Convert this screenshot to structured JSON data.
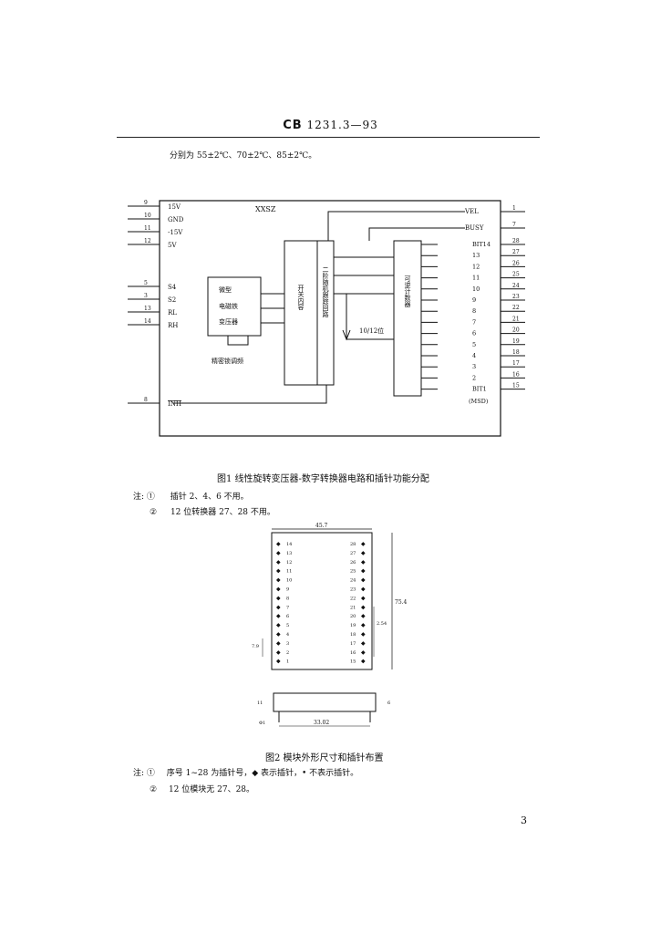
{
  "header": {
    "code_bold": "CB",
    "code_rest": "1231.3—93"
  },
  "intro_text": "分别为 55±2℃、70±2℃、85±2℃。",
  "fig1": {
    "module_name": "XXSZ",
    "left_pins": [
      {
        "num": "9",
        "label": "15V"
      },
      {
        "num": "10",
        "label": "GND"
      },
      {
        "num": "11",
        "label": "-15V"
      },
      {
        "num": "12",
        "label": "5V"
      },
      {
        "num": "5",
        "label": "S4"
      },
      {
        "num": "3",
        "label": "S2"
      },
      {
        "num": "13",
        "label": "RL"
      },
      {
        "num": "14",
        "label": "RH"
      },
      {
        "num": "8",
        "label": "INH"
      }
    ],
    "right_top": [
      {
        "num": "1",
        "label": "VEL"
      },
      {
        "num": "7",
        "label": "BUSY"
      }
    ],
    "right_bits": [
      {
        "num": "28",
        "label": "BIT14"
      },
      {
        "num": "27",
        "label": "13"
      },
      {
        "num": "26",
        "label": "12"
      },
      {
        "num": "25",
        "label": "11"
      },
      {
        "num": "24",
        "label": "10"
      },
      {
        "num": "23",
        "label": "9"
      },
      {
        "num": "22",
        "label": "8"
      },
      {
        "num": "21",
        "label": "7"
      },
      {
        "num": "20",
        "label": "6"
      },
      {
        "num": "19",
        "label": "5"
      },
      {
        "num": "18",
        "label": "4"
      },
      {
        "num": "17",
        "label": "3"
      },
      {
        "num": "16",
        "label": "2"
      },
      {
        "num": "15",
        "label": "BIT1"
      }
    ],
    "msb_label": "(MSD)",
    "block_transformer": [
      "微型",
      "电磁铁",
      "变压器"
    ],
    "block_transformer_note": "精密锁调频",
    "block_switch": "开关内容",
    "block_track": "二阶随机跟踪回路",
    "block_counter": "可逆计数器",
    "bits_label": "10/12位",
    "caption": "图1  线性旋转变压器-数字转换器电路和插针功能分配",
    "notes": [
      {
        "mark": "注: ①",
        "text": "插针 2、4、6 不用。"
      },
      {
        "mark": "②",
        "text": "12 位转换器 27、28 不用。"
      }
    ]
  },
  "fig2": {
    "dim_width": "45.7",
    "dim_height": "75.4",
    "dim_pitch": "2.54",
    "dim_side": "7.9",
    "dim_bottom": "33.02",
    "dim_h1": "11",
    "dim_h2": "6",
    "dim_pin": "Φ1",
    "left_nums": [
      "14",
      "13",
      "12",
      "11",
      "10",
      "9",
      "8",
      "7",
      "6",
      "5",
      "4",
      "3",
      "2",
      "1"
    ],
    "right_nums": [
      "15",
      "16",
      "17",
      "18",
      "19",
      "20",
      "21",
      "22",
      "23",
      "24",
      "25",
      "26",
      "27",
      "28"
    ],
    "caption": "图2  模块外形尺寸和插针布置",
    "notes": [
      {
        "mark": "注: ①",
        "text": "序号 1~28 为插针号，◆ 表示插针，• 不表示插针。"
      },
      {
        "mark": "②",
        "text": "12 位模块无 27、28。"
      }
    ]
  },
  "page_number": "3"
}
